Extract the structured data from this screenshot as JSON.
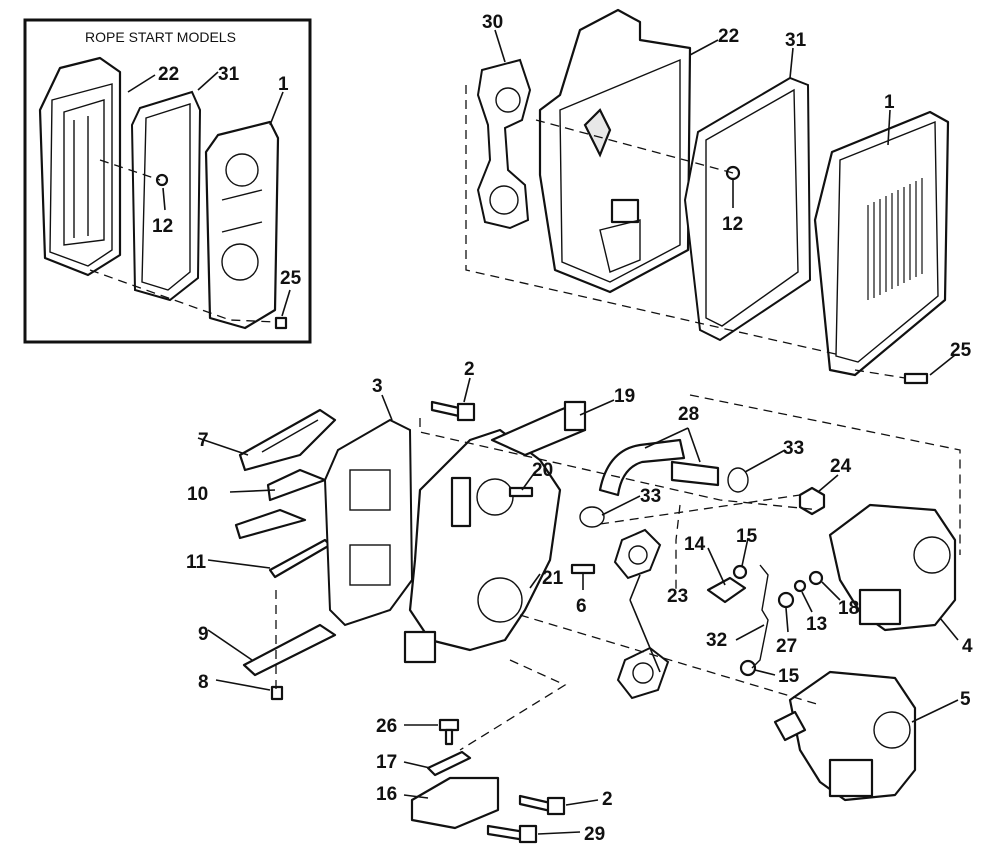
{
  "inset": {
    "title": "ROPE START MODELS"
  },
  "labels": [
    {
      "id": "inset-22",
      "text": "22"
    },
    {
      "id": "inset-31",
      "text": "31"
    },
    {
      "id": "inset-1",
      "text": "1"
    },
    {
      "id": "inset-12",
      "text": "12"
    },
    {
      "id": "inset-25",
      "text": "25"
    },
    {
      "id": "l30",
      "text": "30"
    },
    {
      "id": "l22",
      "text": "22"
    },
    {
      "id": "l31",
      "text": "31"
    },
    {
      "id": "l1",
      "text": "1"
    },
    {
      "id": "l12",
      "text": "12"
    },
    {
      "id": "l25",
      "text": "25"
    },
    {
      "id": "l3",
      "text": "3"
    },
    {
      "id": "l2a",
      "text": "2"
    },
    {
      "id": "l19",
      "text": "19"
    },
    {
      "id": "l28",
      "text": "28"
    },
    {
      "id": "l33a",
      "text": "33"
    },
    {
      "id": "l24",
      "text": "24"
    },
    {
      "id": "l7",
      "text": "7"
    },
    {
      "id": "l10",
      "text": "10"
    },
    {
      "id": "l20",
      "text": "20"
    },
    {
      "id": "l33b",
      "text": "33"
    },
    {
      "id": "l11",
      "text": "11"
    },
    {
      "id": "l14",
      "text": "14"
    },
    {
      "id": "l15a",
      "text": "15"
    },
    {
      "id": "l21",
      "text": "21"
    },
    {
      "id": "l6",
      "text": "6"
    },
    {
      "id": "l23",
      "text": "23"
    },
    {
      "id": "l18",
      "text": "18"
    },
    {
      "id": "l13",
      "text": "13"
    },
    {
      "id": "l27",
      "text": "27"
    },
    {
      "id": "l9",
      "text": "9"
    },
    {
      "id": "l32",
      "text": "32"
    },
    {
      "id": "l4",
      "text": "4"
    },
    {
      "id": "l8",
      "text": "8"
    },
    {
      "id": "l15b",
      "text": "15"
    },
    {
      "id": "l5",
      "text": "5"
    },
    {
      "id": "l26",
      "text": "26"
    },
    {
      "id": "l17",
      "text": "17"
    },
    {
      "id": "l16",
      "text": "16"
    },
    {
      "id": "l2b",
      "text": "2"
    },
    {
      "id": "l29",
      "text": "29"
    }
  ]
}
